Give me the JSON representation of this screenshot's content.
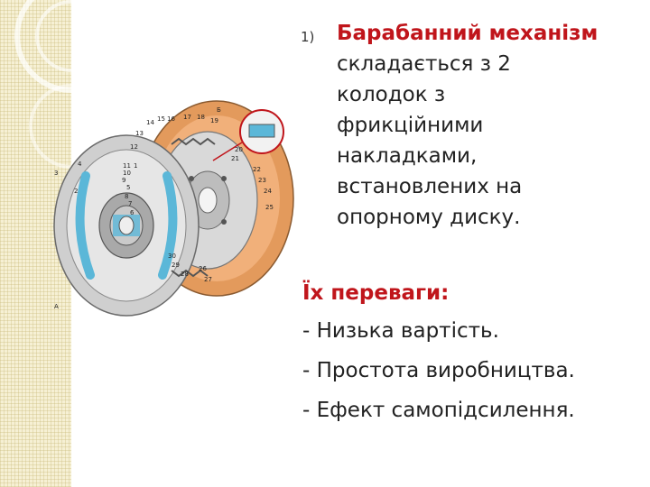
{
  "slide": {
    "point": {
      "number": "1)",
      "title": "Барабанний механізм",
      "lines": [
        "складається з 2",
        "колодок з",
        "фрикційними",
        "накладками,",
        "встановлених на",
        "опорному диску."
      ]
    },
    "advantages": {
      "title": "Їх переваги:",
      "items": [
        "- Низька вартість.",
        "- Простота виробництва.",
        "- Ефект самопідсилення."
      ]
    }
  },
  "figure": {
    "callouts": [
      "1",
      "2",
      "3",
      "4",
      "5",
      "6",
      "7",
      "8",
      "9",
      "10",
      "11",
      "12",
      "13",
      "14",
      "15",
      "16",
      "17",
      "18",
      "19",
      "20",
      "21",
      "22",
      "23",
      "24",
      "25",
      "26",
      "27",
      "28",
      "29",
      "30",
      "A",
      "Б"
    ]
  },
  "colors": {
    "accent_red": "#c0151b",
    "drum_orange": "#e39a5c",
    "strip_beige": "#f6f0d4",
    "part_blue": "#5bb7d8"
  }
}
